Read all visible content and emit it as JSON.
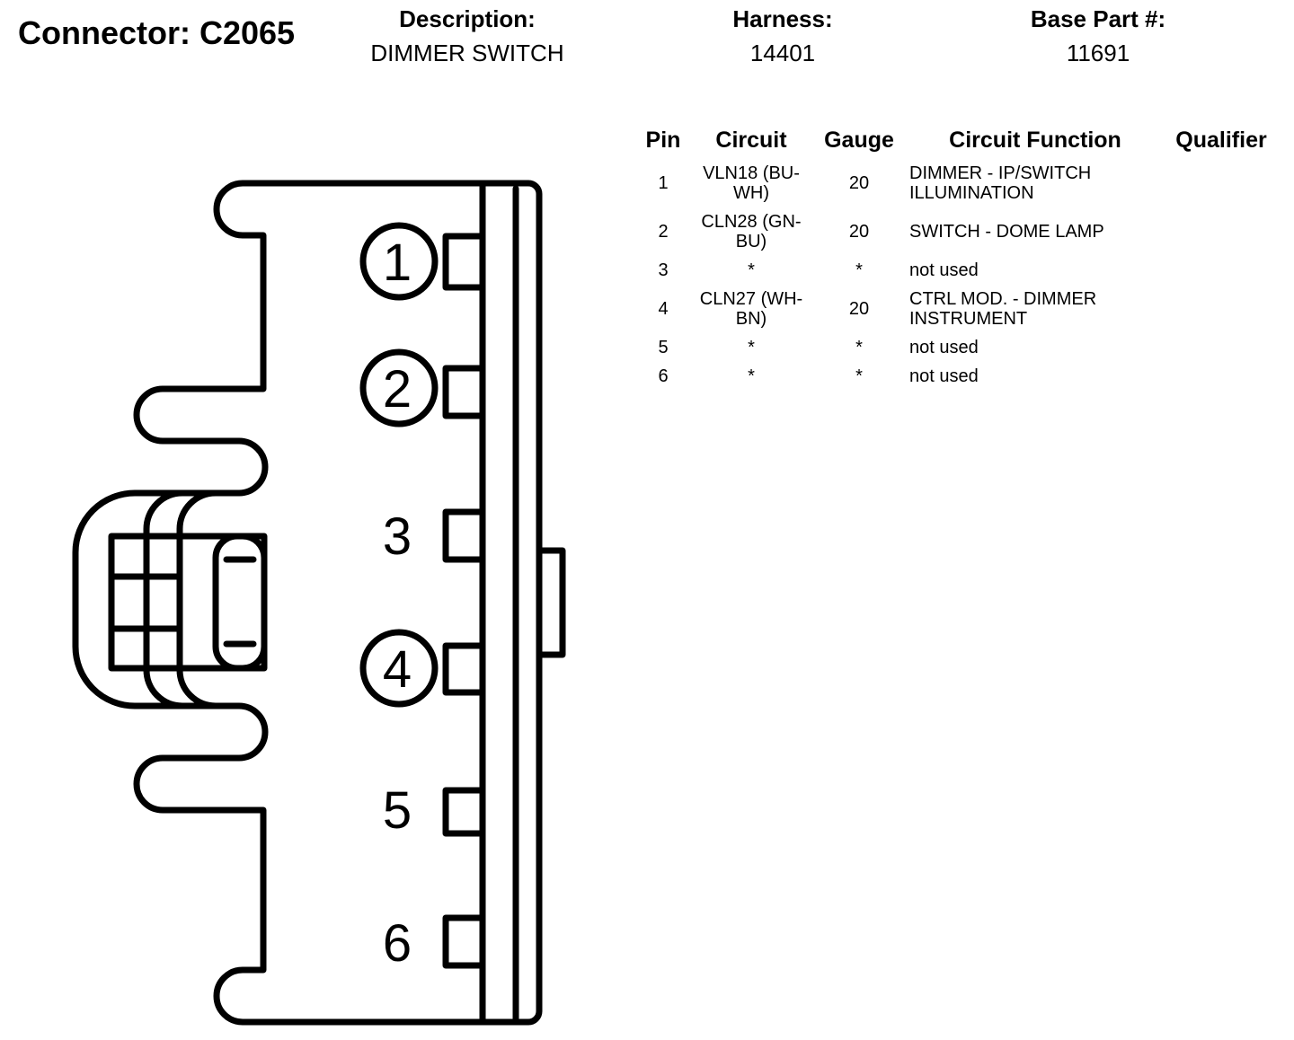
{
  "connector": {
    "label": "Connector: C2065"
  },
  "description": {
    "label": "Description:",
    "value": "DIMMER SWITCH"
  },
  "harness": {
    "label": "Harness:",
    "value": "14401"
  },
  "base_part": {
    "label": "Base Part #:",
    "value": "11691"
  },
  "table": {
    "headers": {
      "pin": "Pin",
      "circuit": "Circuit",
      "gauge": "Gauge",
      "function": "Circuit Function",
      "qualifier": "Qualifier"
    },
    "rows": [
      {
        "pin": "1",
        "circuit": "VLN18 (BU-WH)",
        "gauge": "20",
        "function": "DIMMER - IP/SWITCH ILLUMINATION",
        "qualifier": ""
      },
      {
        "pin": "2",
        "circuit": "CLN28 (GN-BU)",
        "gauge": "20",
        "function": "SWITCH - DOME LAMP",
        "qualifier": ""
      },
      {
        "pin": "3",
        "circuit": "*",
        "gauge": "*",
        "function": "not used",
        "qualifier": ""
      },
      {
        "pin": "4",
        "circuit": "CLN27 (WH-BN)",
        "gauge": "20",
        "function": "CTRL MOD. - DIMMER INSTRUMENT",
        "qualifier": ""
      },
      {
        "pin": "5",
        "circuit": "*",
        "gauge": "*",
        "function": "not used",
        "qualifier": ""
      },
      {
        "pin": "6",
        "circuit": "*",
        "gauge": "*",
        "function": "not used",
        "qualifier": ""
      }
    ]
  },
  "drawing": {
    "pins": [
      {
        "number": "1",
        "circled": true
      },
      {
        "number": "2",
        "circled": true
      },
      {
        "number": "3",
        "circled": false
      },
      {
        "number": "4",
        "circled": true
      },
      {
        "number": "5",
        "circled": false
      },
      {
        "number": "6",
        "circled": false
      }
    ]
  }
}
